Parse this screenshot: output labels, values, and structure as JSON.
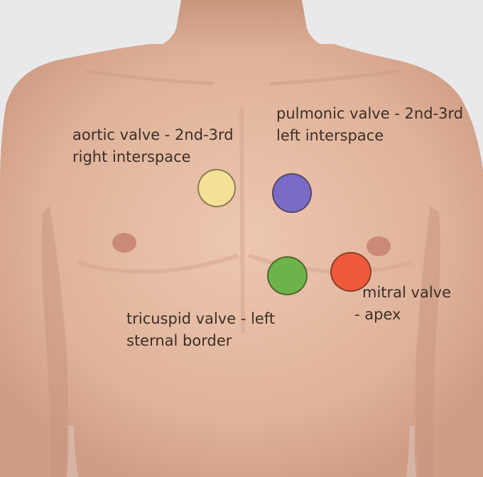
{
  "labels": {
    "aortic": [
      "aortic valve - 2nd-3rd",
      "right interspace"
    ],
    "pulmonic": [
      "pulmonic valve - 2nd-3rd",
      "left interspace"
    ],
    "tricuspid": [
      "tricuspid valve - left",
      "sternal border"
    ],
    "mitral": [
      "mitral valve",
      "- apex"
    ]
  },
  "colors": {
    "aortic": "#f3e196",
    "pulmonic": "#7a6bc6",
    "tricuspid": "#6db34a",
    "mitral": "#ef5a3a",
    "skin": "#e2b8a0",
    "background": "#e9e9ec"
  }
}
